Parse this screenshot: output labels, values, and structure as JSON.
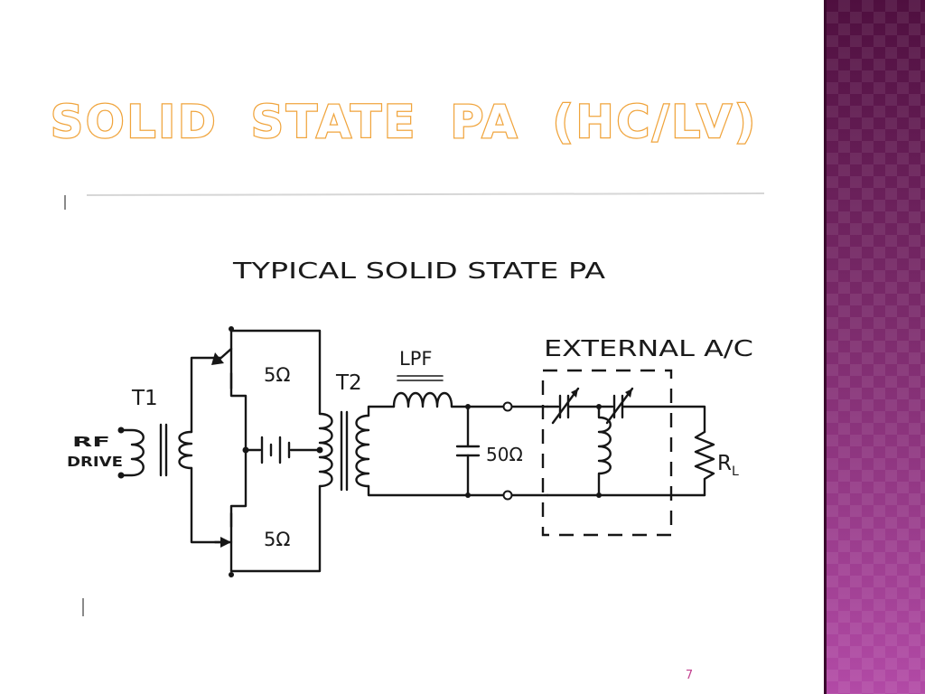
{
  "slide": {
    "title": "SOLID STATE PA (HC/LV)",
    "page_number": "7"
  },
  "diagram": {
    "heading": "TYPICAL SOLID STATE PA",
    "labels": {
      "t1": "T1",
      "t2": "T2",
      "rf_line1": "RF",
      "rf_line2": "DRIVE",
      "imp_top": "5Ω",
      "imp_bottom": "5Ω",
      "lpf": "LPF",
      "imp_50": "50Ω",
      "external": "EXTERNAL A/C",
      "rl_main": "R",
      "rl_sub": "L"
    }
  },
  "colors": {
    "title_outline": "#f0a43c",
    "sidebar_top": "#4f0f3f",
    "sidebar_bottom": "#b24aa6",
    "page_number": "#c2408f"
  }
}
